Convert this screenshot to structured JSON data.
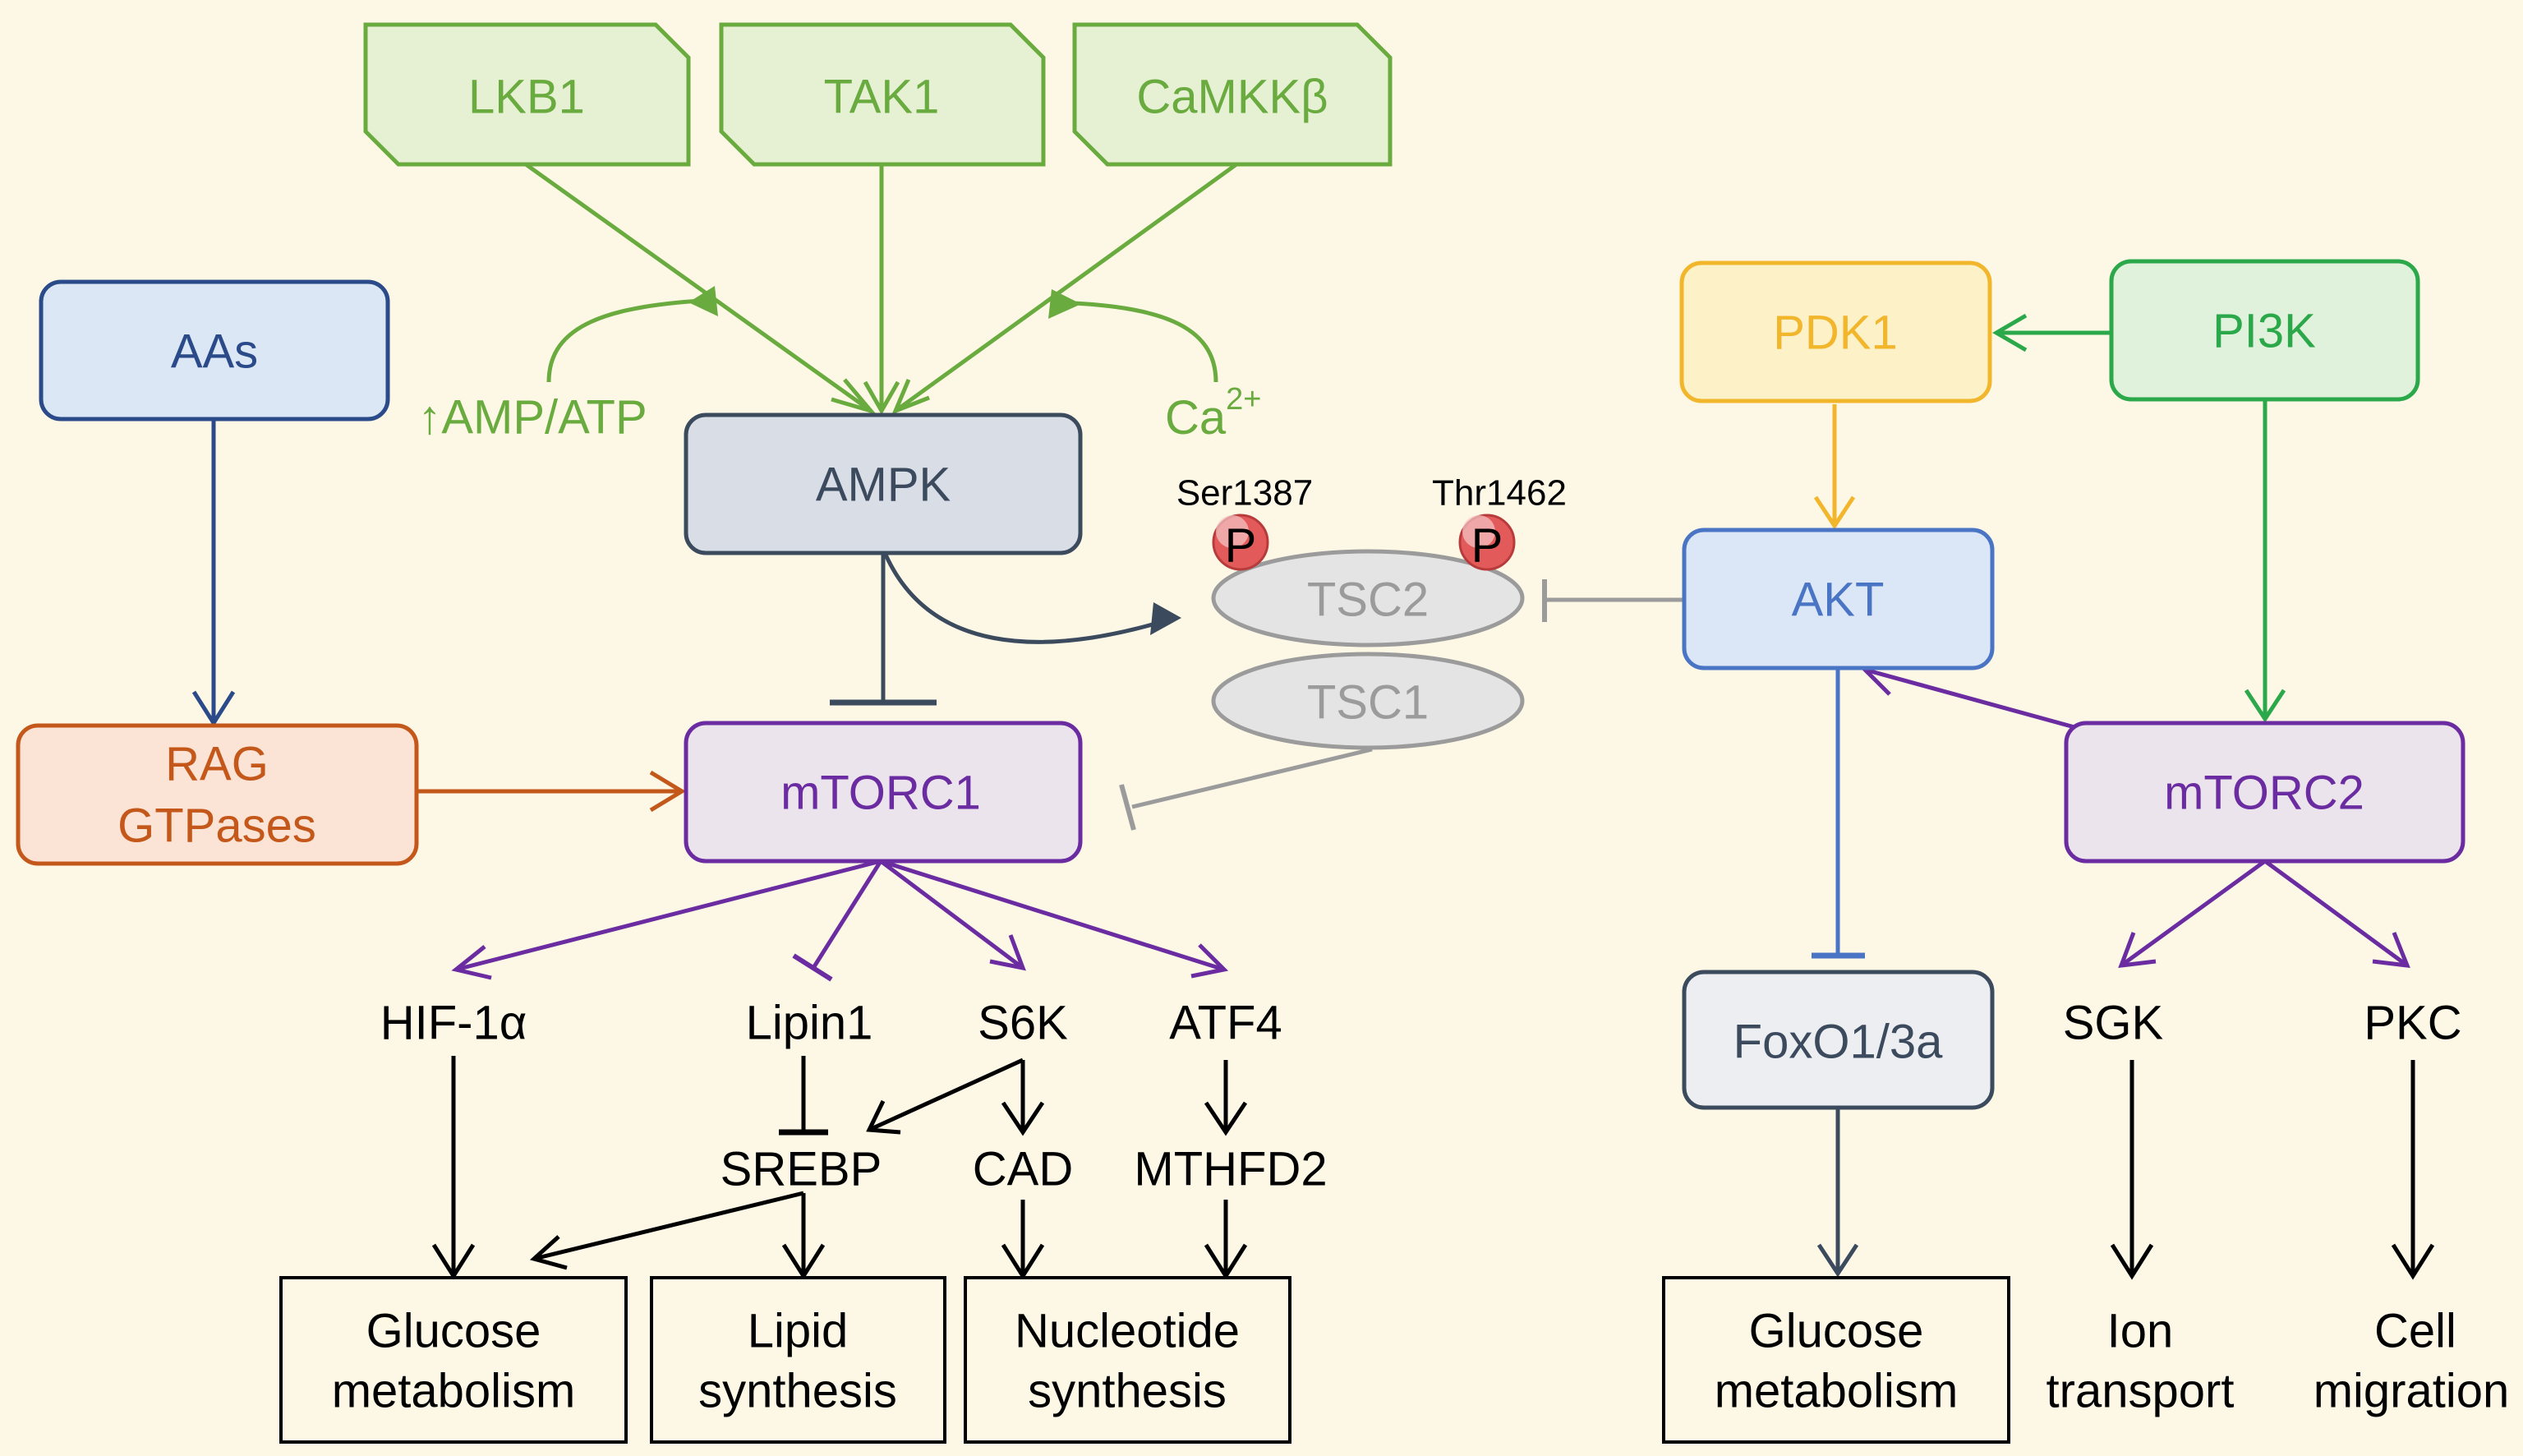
{
  "colors": {
    "background": "#fdf8e6",
    "green": "#6aab3f",
    "green_fill": "#e6f1d4",
    "navy": "#2a4a8a",
    "navy_fill": "#dce7f5",
    "slate": "#3c4a5e",
    "slate_fill": "#d8dde6",
    "purple": "#6a2ca0",
    "purple_fill": "#ece4ec",
    "orange": "#c4571a",
    "orange_fill": "#fbe3d6",
    "yellow": "#f2b62c",
    "yellow_fill": "#fdf1c8",
    "bright_green": "#2ba84a",
    "bright_green_fill": "#e0f1dc",
    "blue": "#4a74c4",
    "blue_fill": "#dbe7f7",
    "gray": "#9b9b9b",
    "gray_fill": "#e4e4e4",
    "black": "#000000"
  },
  "nodes": {
    "lkb1": "LKB1",
    "tak1": "TAK1",
    "camkkb": "CaMKKβ",
    "aas": "AAs",
    "amp_atp": "↑AMP/ATP",
    "ca_base": "Ca",
    "ca_sup": "2+",
    "ampk": "AMPK",
    "rag_line1": "RAG",
    "rag_line2": "GTPases",
    "mtorc1": "mTORC1",
    "ser1387": "Ser1387",
    "thr1462": "Thr1462",
    "phospho": "P",
    "tsc2": "TSC2",
    "tsc1": "TSC1",
    "pdk1": "PDK1",
    "pi3k": "PI3K",
    "akt": "AKT",
    "mtorc2": "mTORC2",
    "foxo": "FoxO1/3a"
  },
  "targets": {
    "hif1a": "HIF-1α",
    "lipin1": "Lipin1",
    "s6k": "S6K",
    "atf4": "ATF4",
    "srebp": "SREBP",
    "cad": "CAD",
    "mthfd2": "MTHFD2",
    "sgk": "SGK",
    "pkc": "PKC"
  },
  "outcomes": {
    "glucose1_line1": "Glucose",
    "glucose1_line2": "metabolism",
    "lipid_line1": "Lipid",
    "lipid_line2": "synthesis",
    "nucleotide_line1": "Nucleotide",
    "nucleotide_line2": "synthesis",
    "glucose2_line1": "Glucose",
    "glucose2_line2": "metabolism",
    "ion_line1": "Ion",
    "ion_line2": "transport",
    "cell_line1": "Cell",
    "cell_line2": "migration"
  }
}
